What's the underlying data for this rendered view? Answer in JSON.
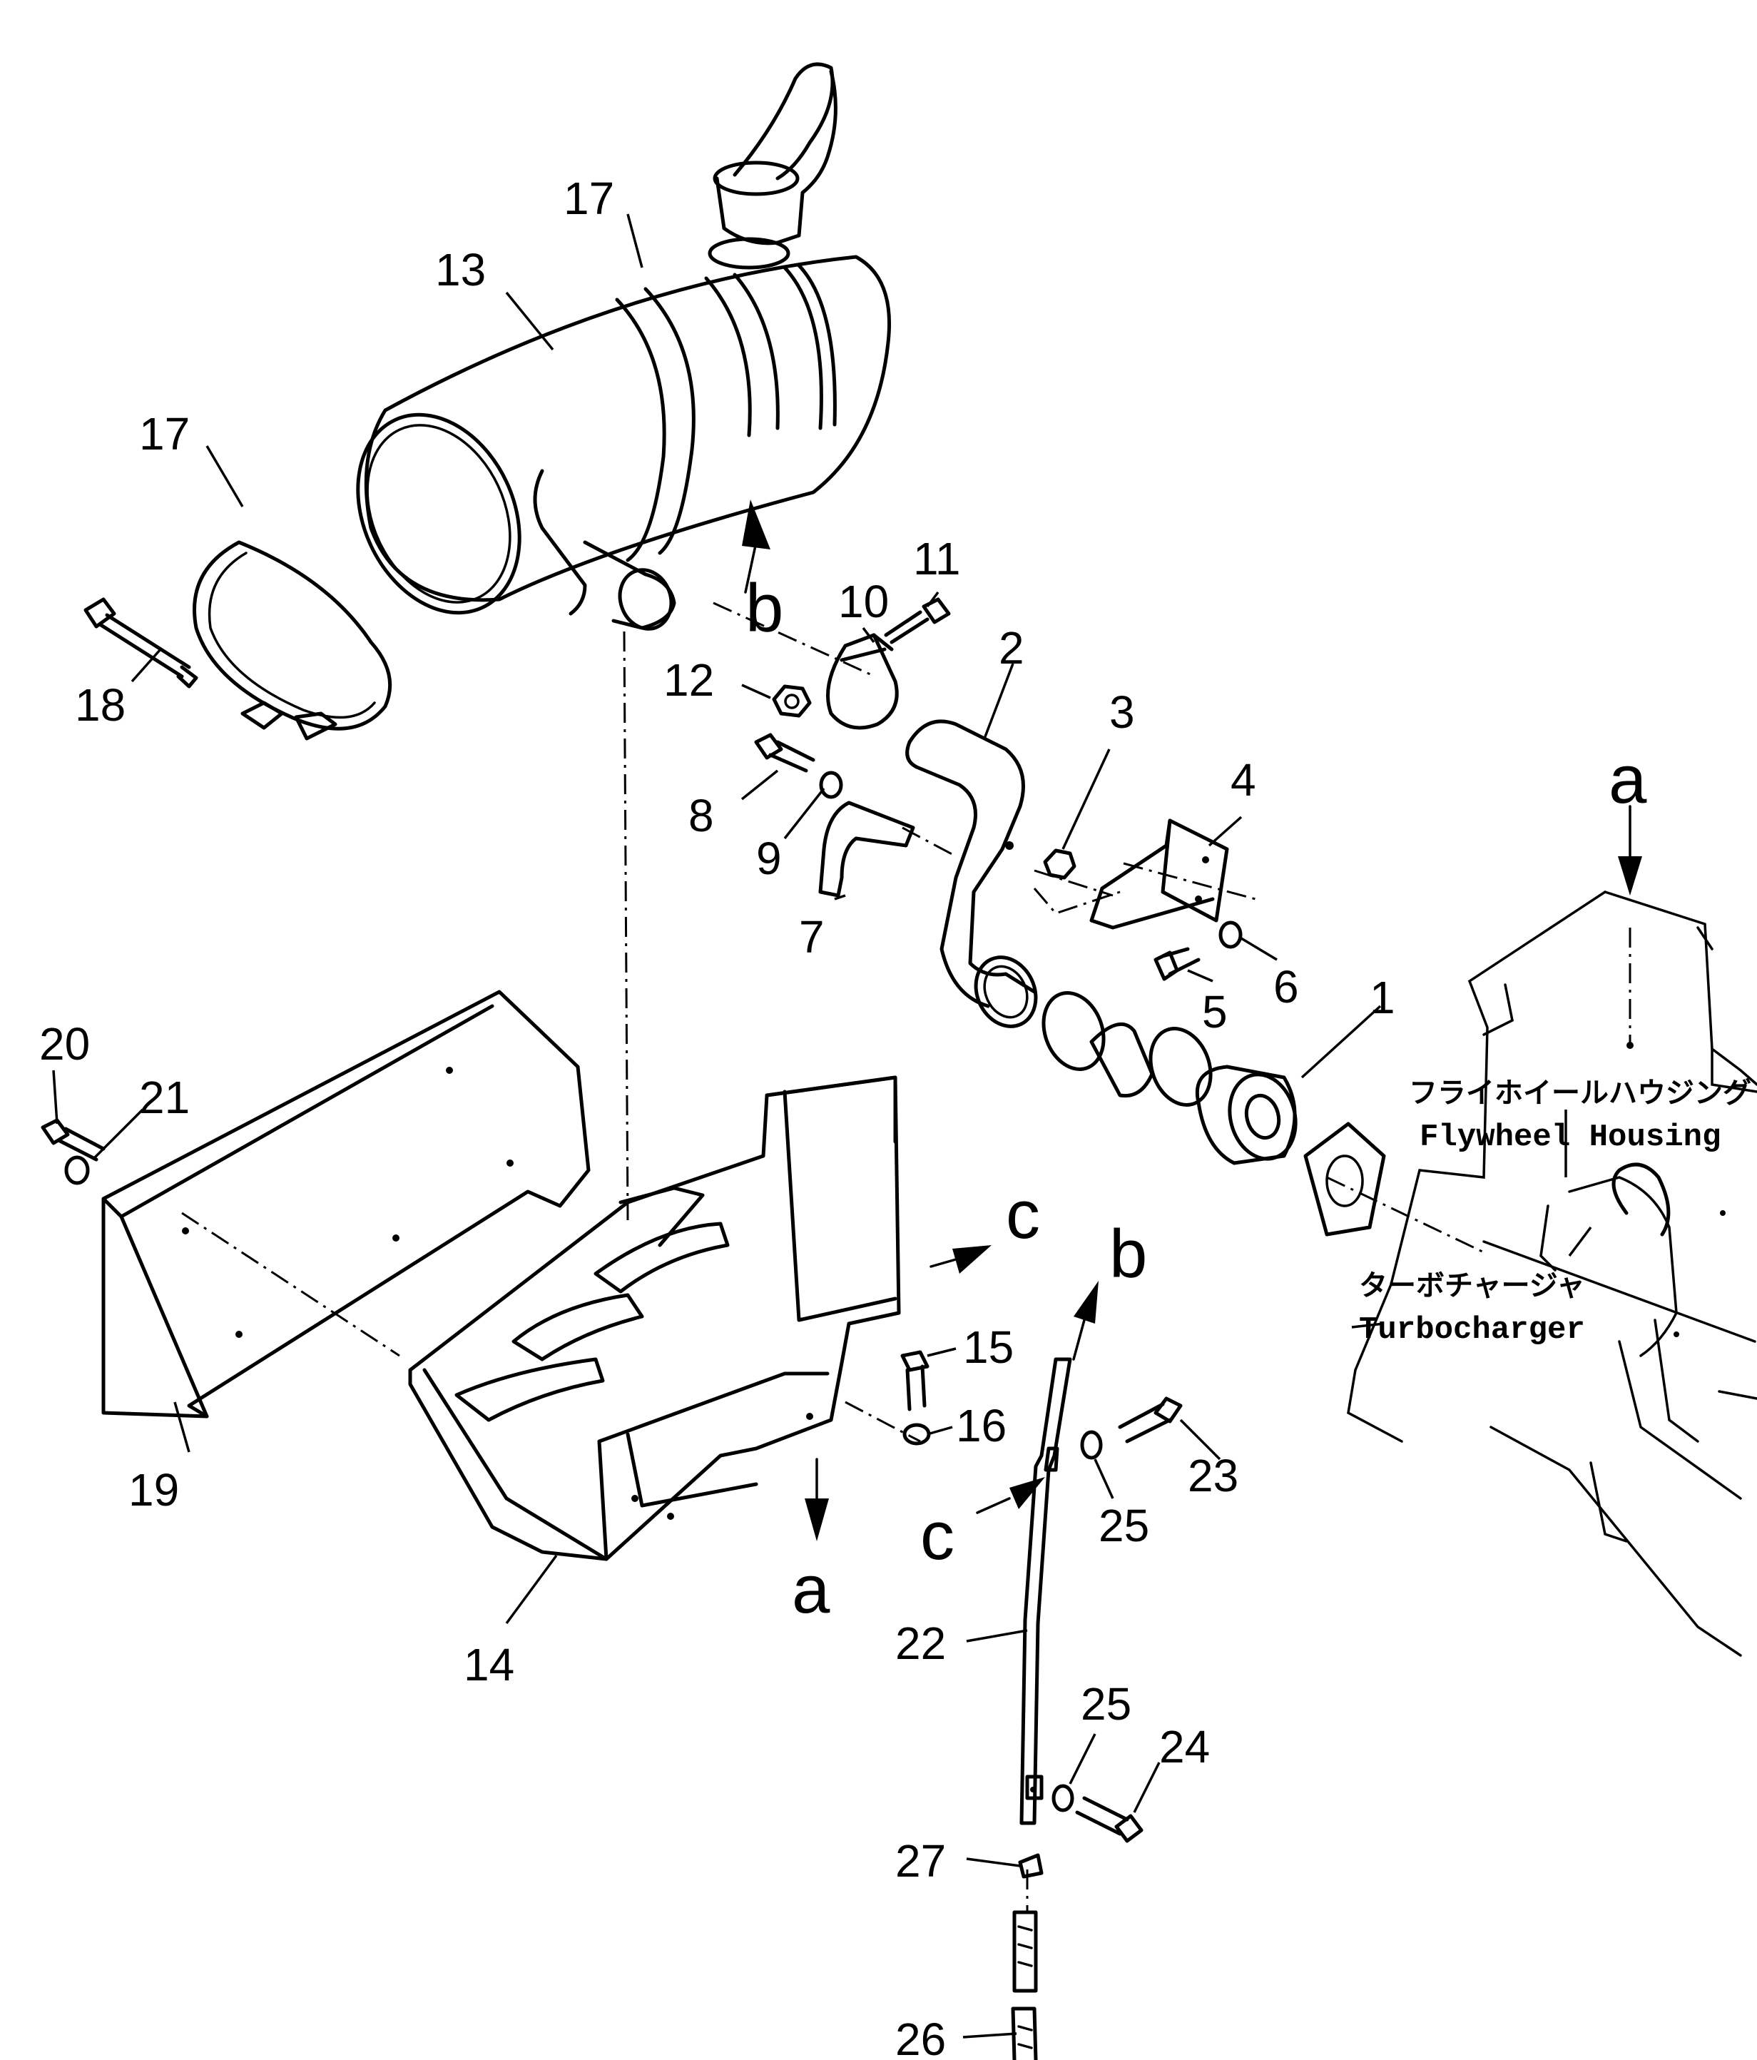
{
  "callouts": [
    "1",
    "2",
    "3",
    "4",
    "5",
    "6",
    "7",
    "8",
    "9",
    "10",
    "11",
    "12",
    "13",
    "14",
    "15",
    "16",
    "17",
    "17",
    "18",
    "19",
    "20",
    "21",
    "22",
    "23",
    "24",
    "25",
    "25",
    "26",
    "27"
  ],
  "view_markers": [
    "a",
    "a",
    "b",
    "b",
    "c",
    "c"
  ],
  "labels": {
    "flywheel_jp": "フライホイールハウジング",
    "flywheel_en": "Flywheel Housing",
    "turbo_jp": "ターボチャージャ",
    "turbo_en": "Turbocharger"
  }
}
